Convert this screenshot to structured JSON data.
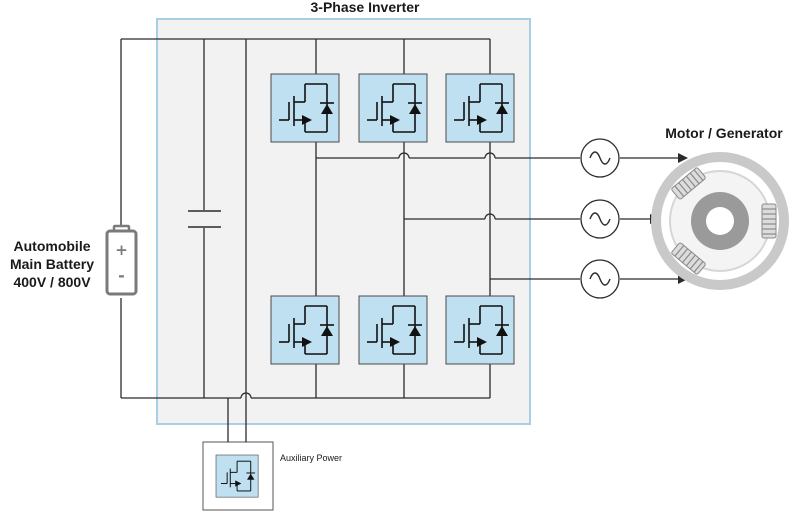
{
  "labels": {
    "inverter_title": "3-Phase Inverter",
    "motor_title": "Motor / Generator",
    "battery_line1": "Automobile",
    "battery_line2": "Main Battery",
    "battery_line3": "400V / 800V",
    "battery_plus": "+",
    "battery_minus": "-",
    "aux_power": "Auxiliary Power"
  },
  "colors": {
    "inverter_panel_fill": "#f2f2f2",
    "inverter_panel_border": "#a9cfe4",
    "transistor_fill": "#bfe0f1",
    "battery_stroke": "#7a7a7a",
    "motor_grey": "#c9c9c9",
    "motor_dark_grey": "#9a9a9a"
  }
}
